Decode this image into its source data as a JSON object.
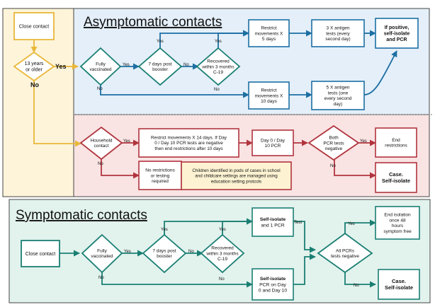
{
  "sections": {
    "asymptomatic_title": "Asymptomatic contacts",
    "symptomatic_title": "Symptomatic contacts"
  },
  "nodes": {
    "close_contact_top": [
      "Close contact"
    ],
    "age_13": [
      "13 years",
      "or older"
    ],
    "fully_vaccinated_top": [
      "Fully",
      "vaccinated"
    ],
    "booster_top": [
      "7 days post",
      "booster"
    ],
    "recovered_top": [
      "Recovered",
      "within 3 months",
      "C-19"
    ],
    "restrict_5": [
      "Restrict",
      "movements X",
      "5 days"
    ],
    "antigen_3": [
      "3 X antigen",
      "tests (every",
      "second day)"
    ],
    "if_positive": [
      "If positive,",
      "self-isolate",
      "and PCR"
    ],
    "restrict_10": [
      "Restrict",
      "movements X",
      "10 days"
    ],
    "antigen_5": [
      "5 X antigen",
      "tests (one",
      "every second",
      "day)"
    ],
    "household": [
      "Household",
      "contact"
    ],
    "restrict_14": [
      "Restrict movements X 14 days. If Day",
      "0 / Day 10 PCR tests are negative",
      "then end restrictions after 10 days"
    ],
    "day0_day10": [
      "Day 0 / Day",
      "10 PCR"
    ],
    "both_pcr": [
      "Both",
      "PCR tests",
      "negative"
    ],
    "end_restrictions": [
      "End",
      "restrictions"
    ],
    "no_restrictions": [
      "No restrictions",
      "or testing",
      "required"
    ],
    "children_pods": [
      "Children identified  in pods of cases in school",
      "and childcare settings are managed using",
      "education setting protcols"
    ],
    "case_isolate_top": [
      "Case.",
      "Self-isolate"
    ],
    "close_contact_bottom": [
      "Close contact"
    ],
    "fully_vaccinated_bottom": [
      "Fully",
      "vaccinated"
    ],
    "booster_bottom": [
      "7 days post",
      "booster"
    ],
    "recovered_bottom": [
      "Recovered",
      "within 3 months",
      "C-19"
    ],
    "self_isolate_pcr": [
      "Self-isolate",
      "and 1 PCR"
    ],
    "self_isolate_day0": [
      "Self-isolate",
      "PCR on Day",
      "0 and Day 10"
    ],
    "all_pcrs": [
      "All PCRs",
      "tests negative"
    ],
    "end_isolation": [
      "End isolation",
      "once 48",
      "hours",
      "symptom free"
    ],
    "case_isolate_bottom": [
      "Case.",
      "Self-isolate"
    ]
  },
  "edge_labels": {
    "yes": "Yes",
    "no": "No",
    "yes_big": "Yes",
    "no_big": "No",
    "test": "Test"
  },
  "colors": {
    "yellow": "#e9b73a",
    "blue": "#1c6fa3",
    "red": "#b1343d",
    "teal": "#1a7f73",
    "asym_bg": "#e4eff9",
    "red_bg": "#f9e3e3",
    "teal_bg": "#e2f2ed",
    "yellow_bg": "#fdf4d9"
  }
}
